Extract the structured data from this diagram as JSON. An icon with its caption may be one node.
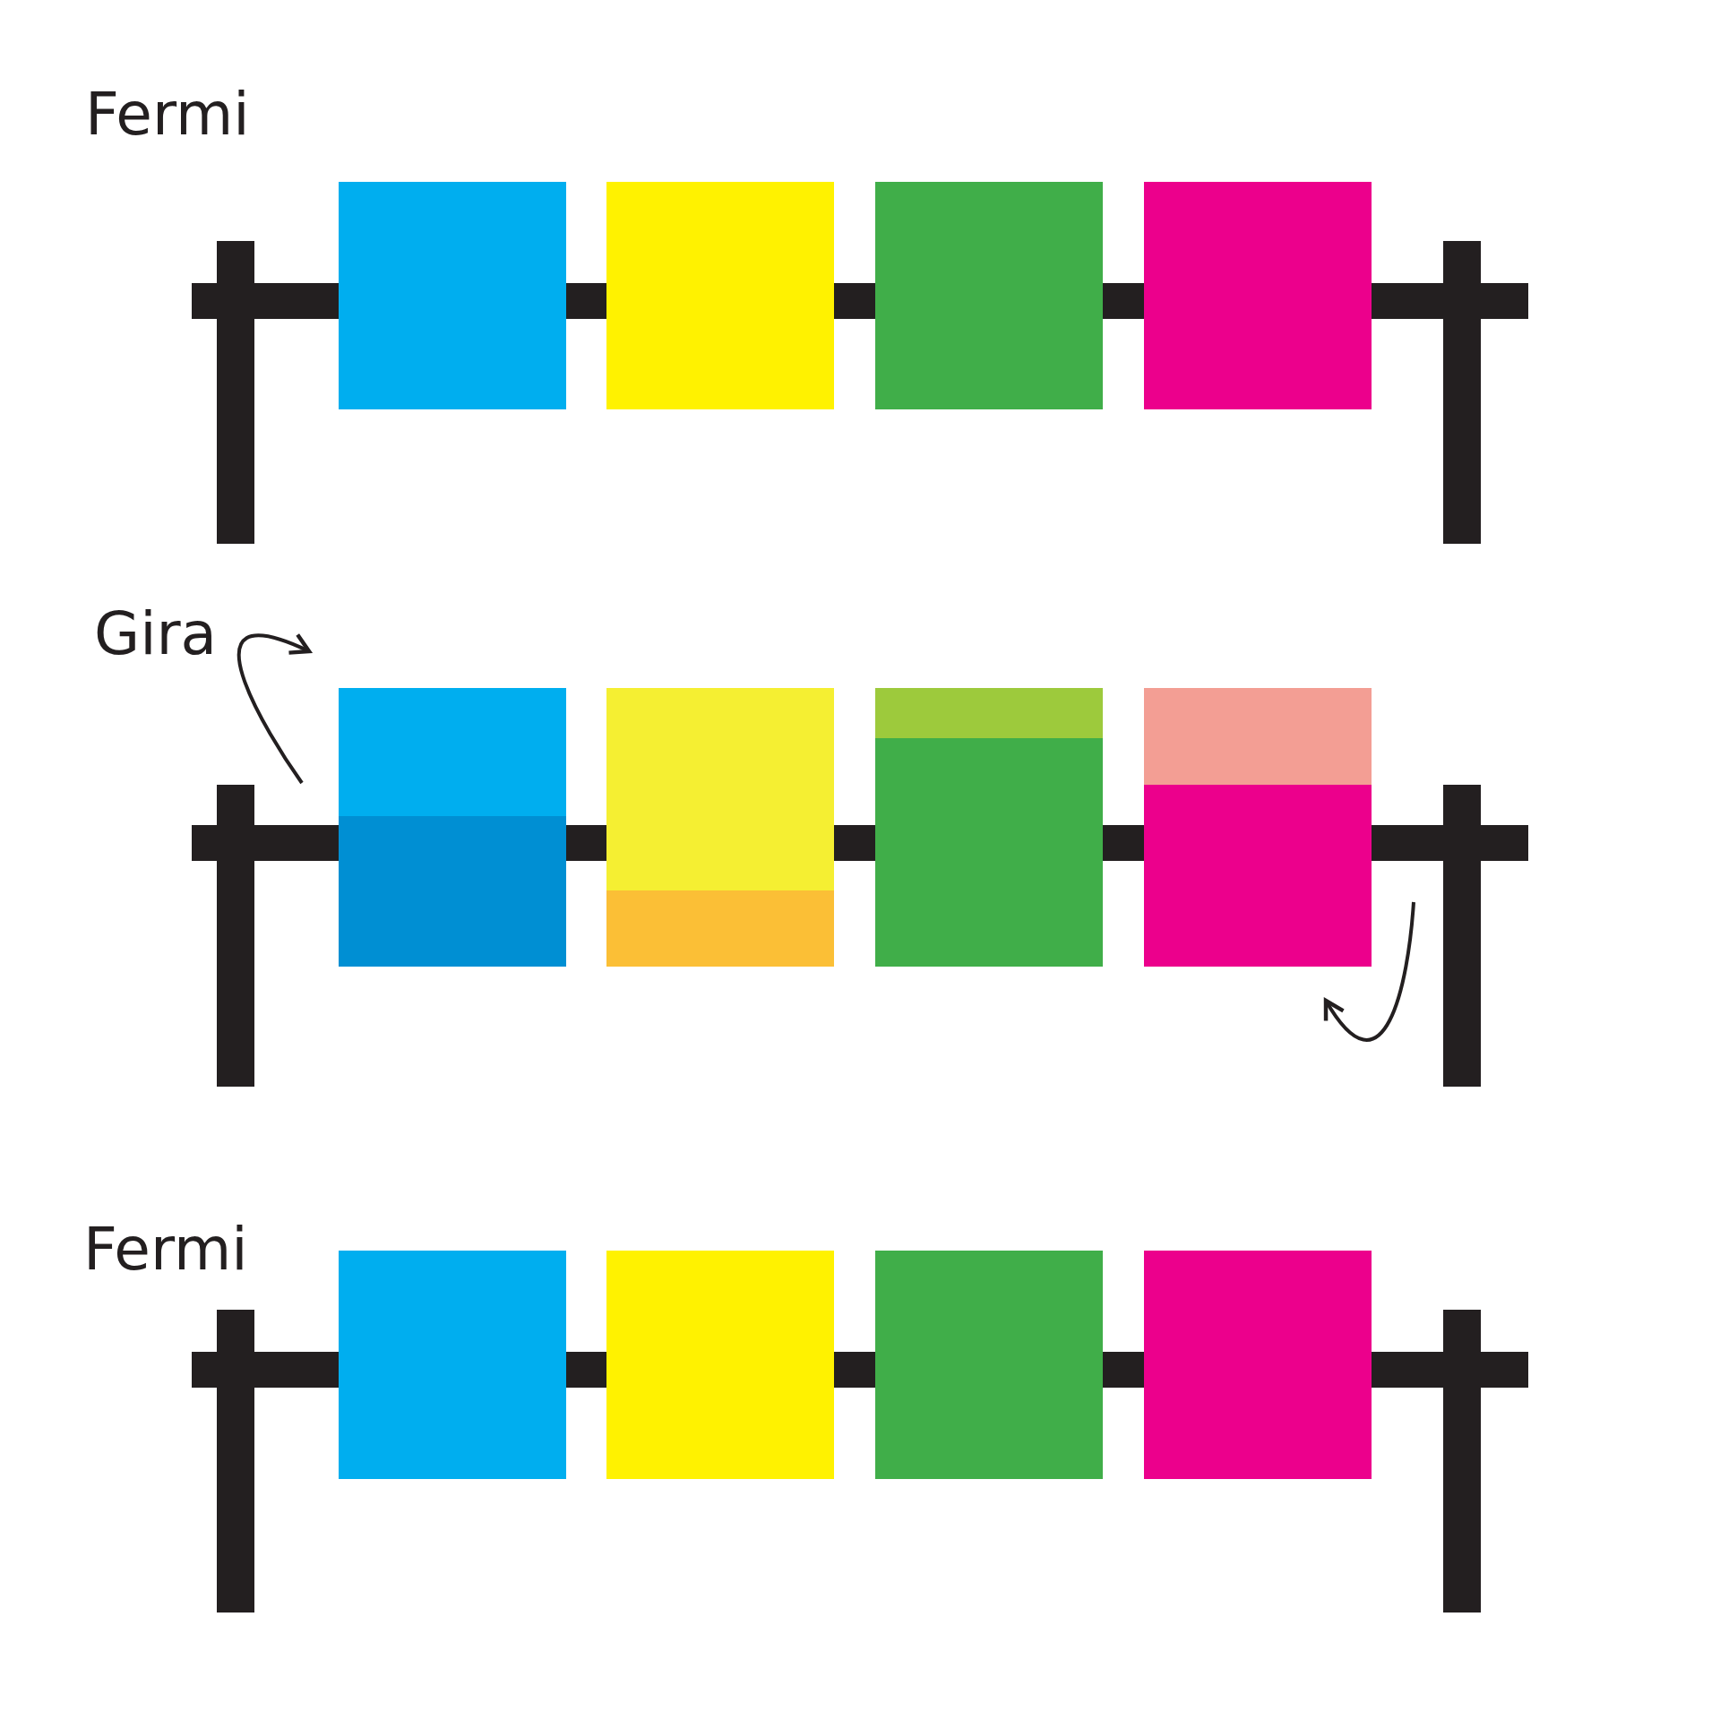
{
  "diagram": {
    "labels": [
      "Fermi",
      "Gira",
      "Fermi"
    ]
  }
}
